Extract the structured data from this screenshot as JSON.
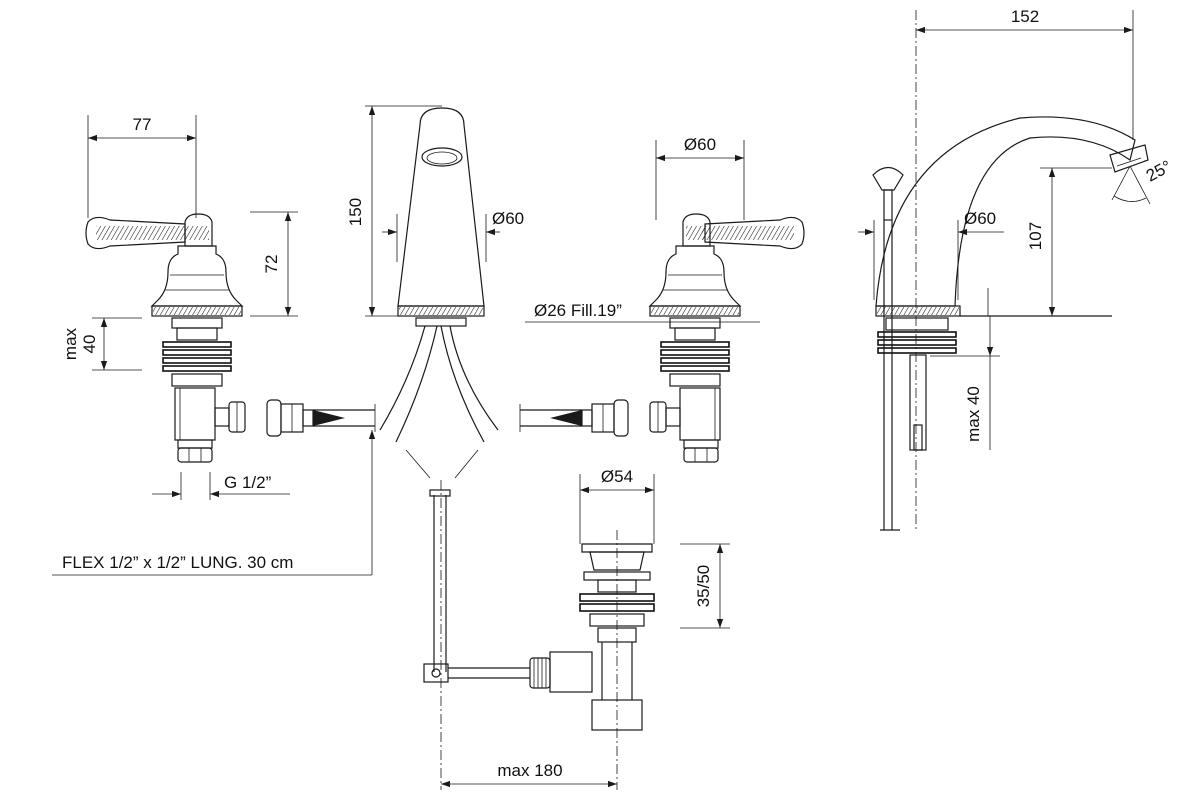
{
  "diagram": {
    "dimensions": {
      "handle_width": "77",
      "handle_height": "72",
      "max_40_left_a": "max",
      "max_40_left_b": "40",
      "spout_height": "150",
      "spout_diameter": "Ø60",
      "handle_diameter": "Ø60",
      "fill_hole": "Ø26 Fill.19”",
      "thread": "G 1/2”",
      "flex_hose": "FLEX 1/2” x 1/2” LUNG. 30 cm",
      "drain_diameter": "Ø54",
      "drain_height": "35/50",
      "max_180": "max 180",
      "spout_reach": "152",
      "side_diameter": "Ø60",
      "side_height": "107",
      "spout_angle": "25°",
      "max_40_right": "max 40"
    }
  }
}
